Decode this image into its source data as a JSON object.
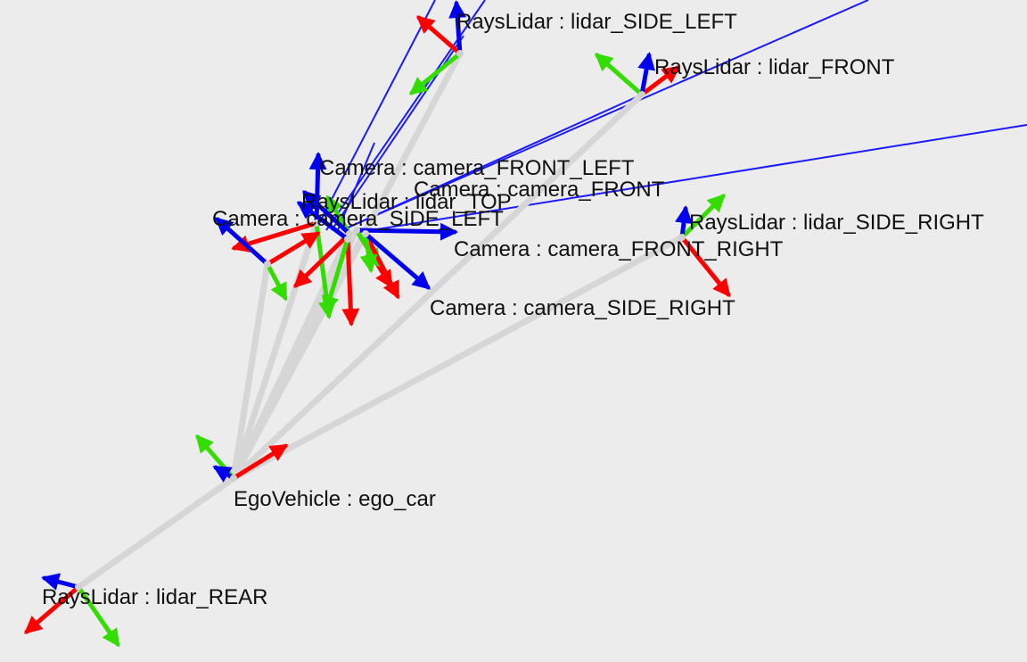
{
  "colors": {
    "background": "#ececec",
    "link": "#d6d6d6",
    "ray": "#1a1aff",
    "x_axis": "#ff0000",
    "y_axis": "#33dd00",
    "z_axis": "#0000ee",
    "label_text": "#111111"
  },
  "frames": [
    {
      "id": "ego_car",
      "label": "EgoVehicle : ego_car"
    },
    {
      "id": "lidar_SIDE_LEFT",
      "label": "RaysLidar : lidar_SIDE_LEFT"
    },
    {
      "id": "lidar_FRONT",
      "label": "RaysLidar : lidar_FRONT"
    },
    {
      "id": "camera_FRONT_LEFT",
      "label": "Camera : camera_FRONT_LEFT"
    },
    {
      "id": "camera_FRONT",
      "label": "Camera : camera_FRONT"
    },
    {
      "id": "lidar_TOP",
      "label": "RaysLidar : lidar_TOP"
    },
    {
      "id": "camera_SIDE_LEFT",
      "label": "Camera : camera_SIDE_LEFT"
    },
    {
      "id": "lidar_SIDE_RIGHT",
      "label": "RaysLidar : lidar_SIDE_RIGHT"
    },
    {
      "id": "camera_FRONT_RIGHT",
      "label": "Camera : camera_FRONT_RIGHT"
    },
    {
      "id": "camera_SIDE_RIGHT",
      "label": "Camera : camera_SIDE_RIGHT"
    },
    {
      "id": "lidar_REAR",
      "label": "RaysLidar : lidar_REAR"
    }
  ]
}
